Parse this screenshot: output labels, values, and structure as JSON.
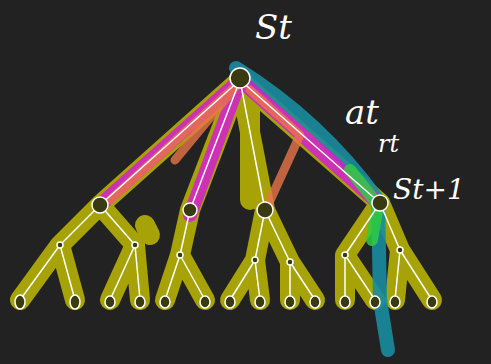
{
  "diagram": {
    "labels": [
      "St",
      "at",
      "rt",
      "St+1"
    ]
  }
}
